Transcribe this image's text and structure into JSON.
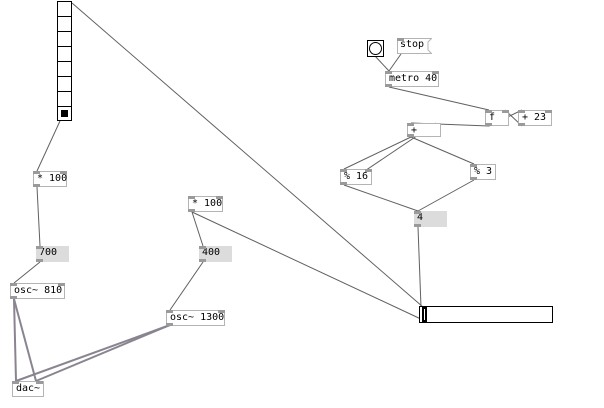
{
  "canvas": {
    "background": "#ffffff",
    "wire_color": "#606060",
    "signal_wire_color": "#8a8490",
    "atom_color": "#dcdcdc"
  },
  "radio": {
    "count": 8,
    "selected": 7
  },
  "bang": {
    "icon": "bang-circle-icon"
  },
  "messages": {
    "stop": "stop"
  },
  "objects": {
    "metro": "metro 40",
    "float": "f",
    "add23": "+ 23",
    "plus": "+",
    "mod16": "% 16",
    "mod3": "% 3",
    "mul100_left": "* 100",
    "mul100_mid": "* 100",
    "osc_left": "osc~ 810",
    "osc_right": "osc~ 1300",
    "dac": "dac~"
  },
  "atoms": {
    "plus_out": "",
    "sum": "4",
    "freq_left": "700",
    "freq_mid": "400"
  },
  "slider": {
    "value": 0.0
  }
}
